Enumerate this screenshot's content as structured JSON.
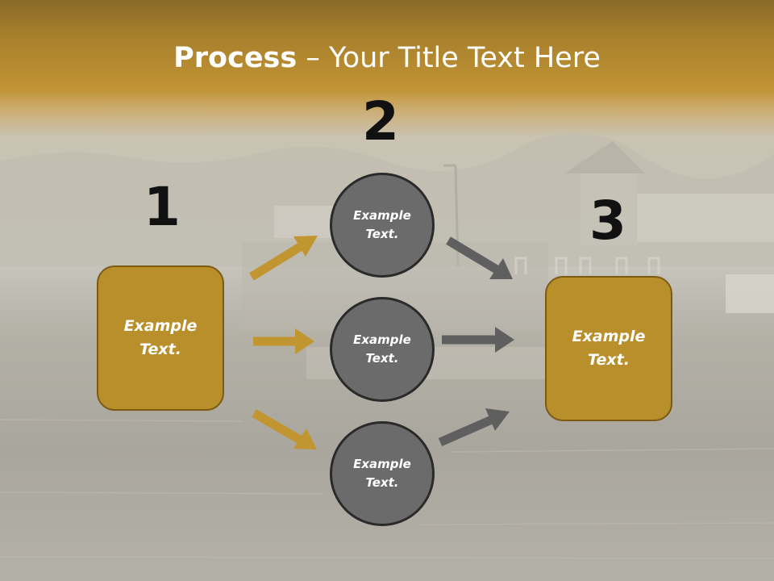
{
  "title": {
    "bold": "Process",
    "rest": " – Your Title Text Here"
  },
  "steps": {
    "one": {
      "number": "1"
    },
    "two": {
      "number": "2"
    },
    "three": {
      "number": "3"
    }
  },
  "left_box": {
    "text": "Example\nText."
  },
  "right_box": {
    "text": "Example\nText."
  },
  "circles": [
    {
      "text": "Example\nText."
    },
    {
      "text": "Example\nText."
    },
    {
      "text": "Example\nText."
    }
  ],
  "colors": {
    "gold": "#b98f2c",
    "gold_border": "#7b5b14",
    "gray_circle": "#6b6b6b",
    "gold_arrow": "#c1952f",
    "gray_arrow": "#5f5f5f"
  }
}
